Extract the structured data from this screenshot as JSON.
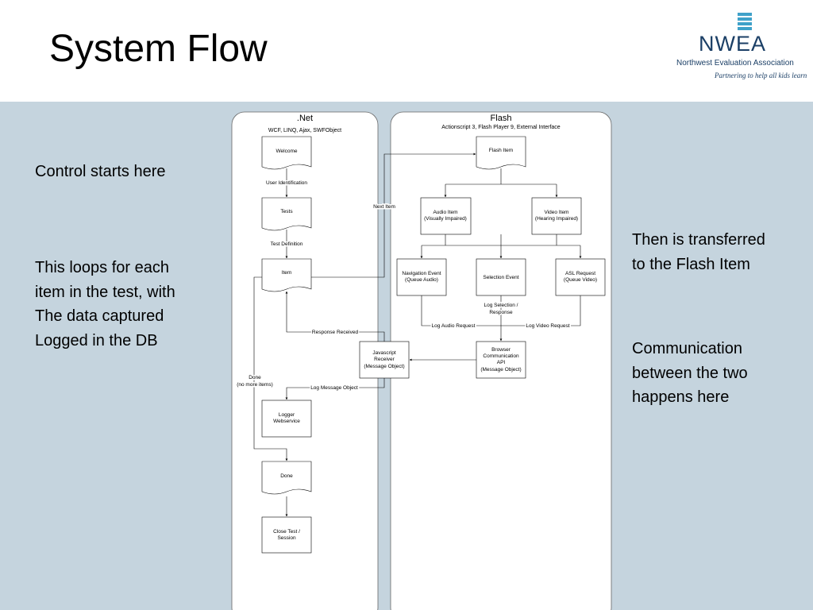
{
  "slide": {
    "title": "System Flow",
    "logo": {
      "name": "NWEA",
      "subtitle": "Northwest Evaluation Association",
      "tagline": "Partnering to help all kids learn"
    },
    "left_notes": {
      "control_starts": "Control starts here",
      "loops": [
        "This loops for each",
        "item in the test, with",
        "The data captured",
        "Logged in the DB"
      ]
    },
    "right_notes": {
      "transferred": [
        "Then is transferred",
        "to the Flash Item"
      ],
      "communication": [
        "Communication",
        "between the two",
        "happens here"
      ]
    }
  },
  "diagram": {
    "lanes": {
      "net": {
        "title": ".Net",
        "subtitle": "WCF, LINQ, Ajax, SWFObject"
      },
      "flash": {
        "title": "Flash",
        "subtitle": "Actionscript 3, Flash Player 9, External Interface"
      }
    },
    "nodes": {
      "welcome": "Welcome",
      "tests": "Tests",
      "item": "Item",
      "logger": [
        "Logger",
        "Webservice"
      ],
      "done": "Done",
      "close": [
        "Close Test /",
        "Session"
      ],
      "flash_item": "Flash Item",
      "audio_item": [
        "Audio Item",
        "(Visually Impaired)"
      ],
      "video_item": [
        "Video Item",
        "(Hearing Impaired)"
      ],
      "nav_event": [
        "Navigation Event",
        "(Queue Audio)"
      ],
      "selection_event": "Selection Event",
      "asl_request": [
        "ASL Request",
        "(Queue Video)"
      ],
      "browser_api": [
        "Browser",
        "Communication",
        "API",
        "(Message Object)"
      ],
      "js_receiver": [
        "Javascript",
        "Receiver",
        "(Message Object)"
      ]
    },
    "labels": {
      "user_identification": "User Identification",
      "test_definition": "Test Definition",
      "next_item": "Next Item",
      "response_received": "Response Received",
      "done_no_more": [
        "Done",
        "(no more items)"
      ],
      "log_message_object": "Log Message Object",
      "log_selection": [
        "Log Selection /",
        "Response"
      ],
      "log_audio_request": "Log Audio Request",
      "log_video_request": "Log Video Request"
    }
  }
}
